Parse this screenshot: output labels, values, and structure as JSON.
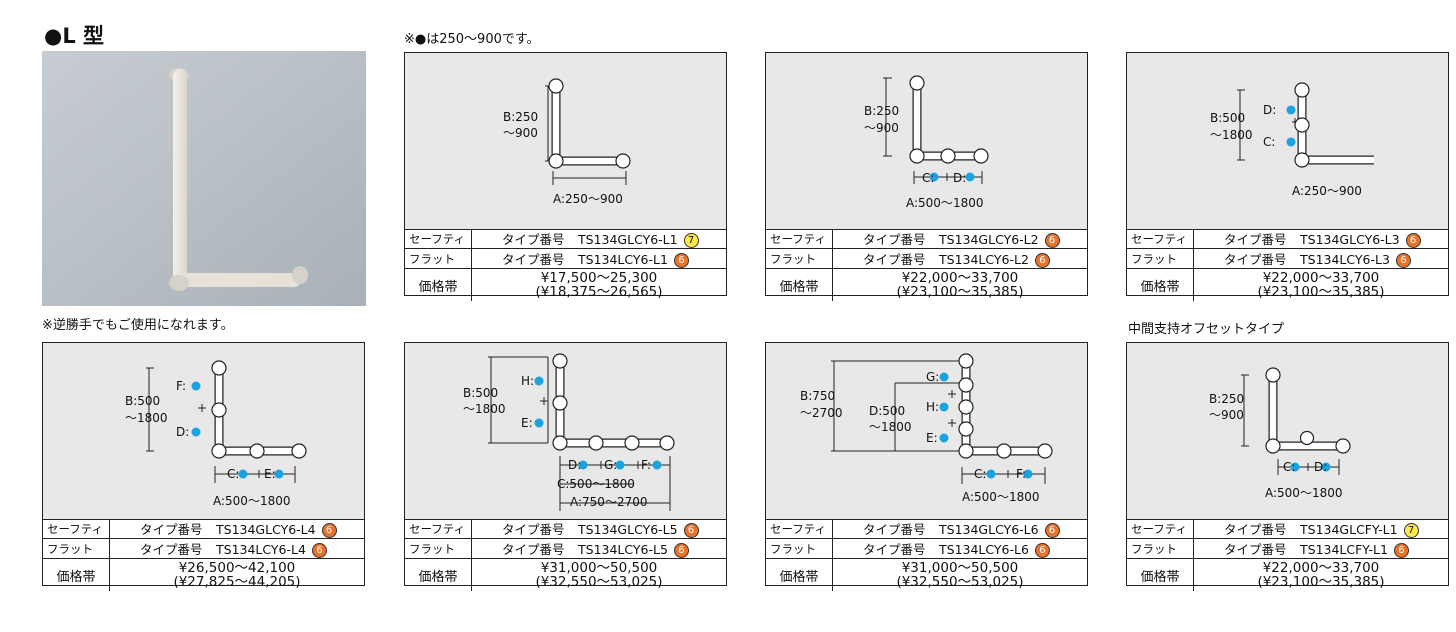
{
  "heading": "●L 型",
  "notes": {
    "range": "※●は250～900です。",
    "reverse": "※逆勝手でもご使用になれます。",
    "offset_type": "中間支持オフセットタイプ"
  },
  "row_labels": {
    "safety": "セーフティ",
    "flat": "フラット",
    "price": "価格帯"
  },
  "type_prefix": "タイプ番号",
  "colors": {
    "dot": "#1aa3e0",
    "badge7": "#ffe84a",
    "badge6": "#e8742c",
    "diagram_bg": "#e8e8e8"
  },
  "cards": [
    {
      "safety_code": "TS134GLCY6-L1",
      "safety_badge": "7",
      "flat_code": "TS134LCY6-L1",
      "flat_badge": "6",
      "price": "¥17,500～25,300",
      "price_tax": "(¥18,375～26,565)",
      "labels": {
        "b1": "B:250",
        "b2": "～900",
        "a": "A:250～900"
      }
    },
    {
      "safety_code": "TS134GLCY6-L2",
      "safety_badge": "6",
      "flat_code": "TS134LCY6-L2",
      "flat_badge": "6",
      "price": "¥22,000～33,700",
      "price_tax": "(¥23,100～35,385)",
      "labels": {
        "b1": "B:250",
        "b2": "～900",
        "c": "C:",
        "d": "D:",
        "a": "A:500～1800"
      }
    },
    {
      "safety_code": "TS134GLCY6-L3",
      "safety_badge": "6",
      "flat_code": "TS134LCY6-L3",
      "flat_badge": "6",
      "price": "¥22,000～33,700",
      "price_tax": "(¥23,100～35,385)",
      "labels": {
        "b1": "B:500",
        "b2": "～1800",
        "d": "D:",
        "c": "C:",
        "a": "A:250～900"
      }
    },
    {
      "safety_code": "TS134GLCY6-L4",
      "safety_badge": "6",
      "flat_code": "TS134LCY6-L4",
      "flat_badge": "6",
      "price": "¥26,500～42,100",
      "price_tax": "(¥27,825～44,205)",
      "labels": {
        "b1": "B:500",
        "b2": "～1800",
        "f": "F:",
        "d": "D:",
        "c": "C:",
        "e": "E:",
        "a": "A:500～1800"
      }
    },
    {
      "safety_code": "TS134GLCY6-L5",
      "safety_badge": "6",
      "flat_code": "TS134LCY6-L5",
      "flat_badge": "6",
      "price": "¥31,000～50,500",
      "price_tax": "(¥32,550～53,025)",
      "labels": {
        "b1": "B:500",
        "b2": "～1800",
        "h": "H:",
        "e": "E:",
        "d": "D:",
        "g": "G:",
        "f": "F:",
        "c": "C:500～1800",
        "a": "A:750～2700"
      }
    },
    {
      "safety_code": "TS134GLCY6-L6",
      "safety_badge": "6",
      "flat_code": "TS134LCY6-L6",
      "flat_badge": "6",
      "price": "¥31,000～50,500",
      "price_tax": "(¥32,550～53,025)",
      "labels": {
        "b1": "B:750",
        "b2": "～2700",
        "d1": "D:500",
        "d2": "～1800",
        "g": "G:",
        "h": "H:",
        "e": "E:",
        "c": "C:",
        "f": "F:",
        "a": "A:500～1800"
      }
    },
    {
      "safety_code": "TS134GLCFY-L1",
      "safety_badge": "7",
      "flat_code": "TS134LCFY-L1",
      "flat_badge": "6",
      "price": "¥22,000～33,700",
      "price_tax": "(¥23,100～35,385)",
      "labels": {
        "b1": "B:250",
        "b2": "～900",
        "c": "C:",
        "d": "D:",
        "a": "A:500～1800"
      }
    }
  ]
}
